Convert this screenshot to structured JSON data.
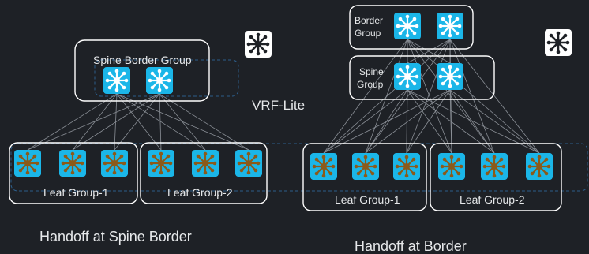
{
  "left_topology": {
    "spine_group_label": "Spine Border Group",
    "leaf_group_1_label": "Leaf Group-1",
    "leaf_group_2_label": "Leaf Group-2",
    "caption": "Handoff at Spine Border"
  },
  "right_topology": {
    "border_group_label": [
      "Border",
      "Group"
    ],
    "spine_group_label": [
      "Spine",
      "Group"
    ],
    "leaf_group_1_label": "Leaf Group-1",
    "leaf_group_2_label": "Leaf Group-2",
    "caption": "Handoff at Border"
  },
  "vrf_label": "VRF-Lite",
  "colors": {
    "background": "#1e2126",
    "spine_switch": "#1bb6e8",
    "leaf_switch": "#1bb6e8",
    "leaf_arrow": "#8b5a1a",
    "external_switch": "#ffffff",
    "group_border": "#ffffff",
    "link": "#8a8f96",
    "dashed_outline": "#2c5d8a"
  },
  "icons": [
    "switch-icon",
    "external-router-icon"
  ]
}
